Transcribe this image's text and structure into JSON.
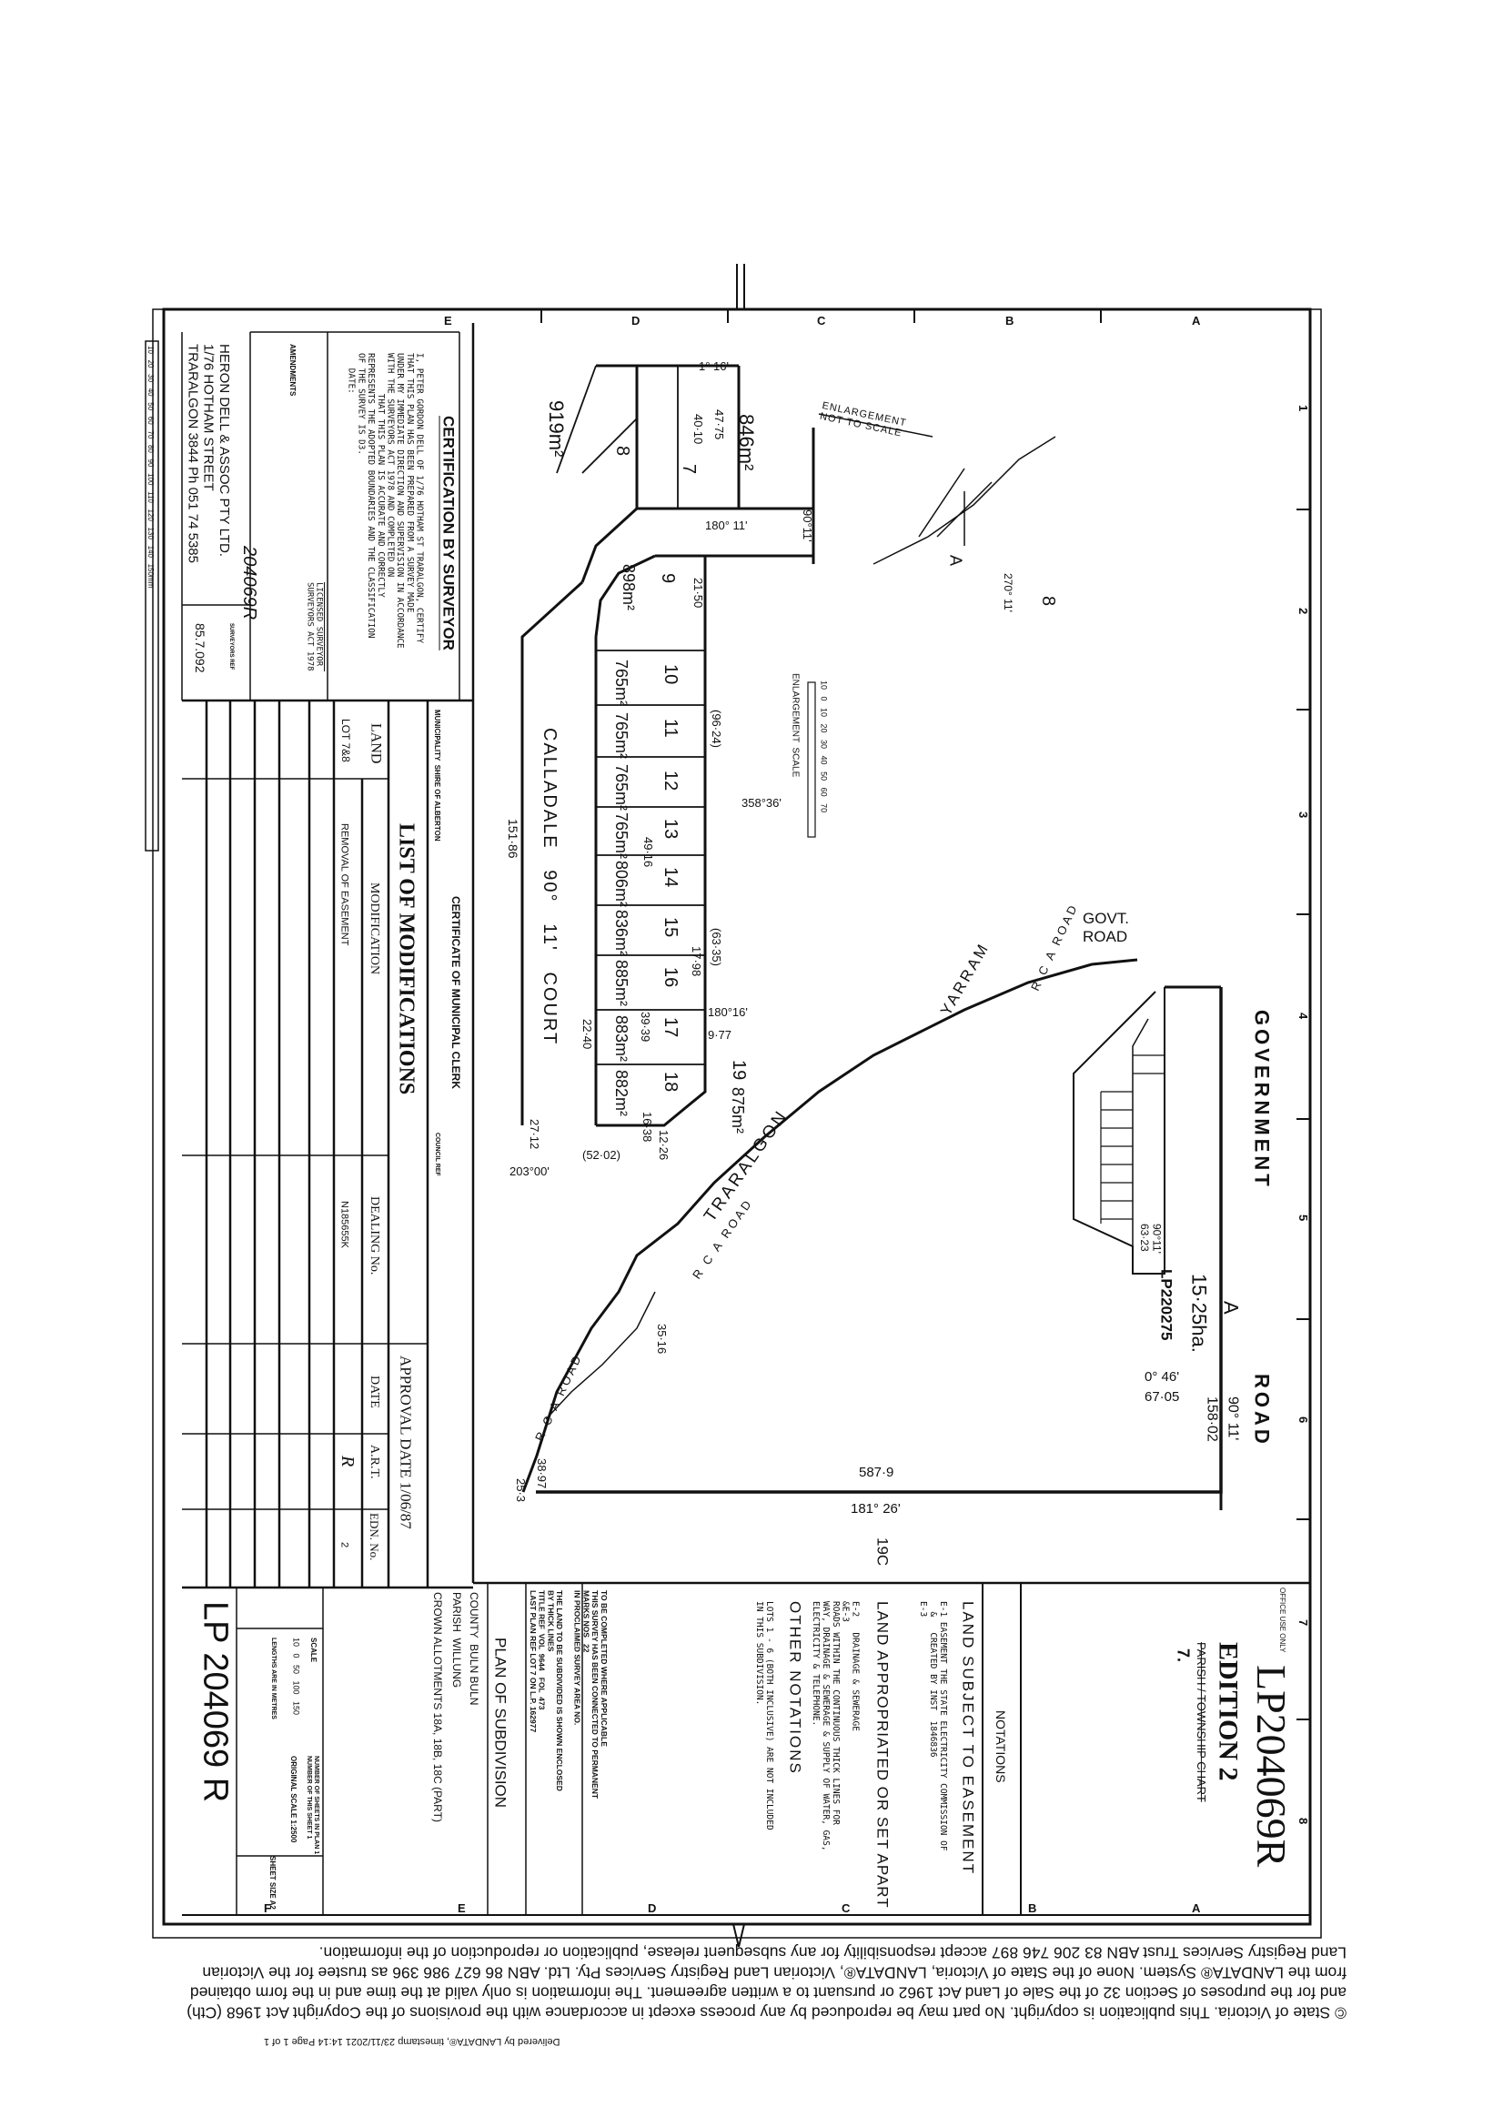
{
  "footer": {
    "stamp": "Delivered by LANDATA®, timestamp 23/11/2021 14:14  Page 1 of 1",
    "copyright_lines": [
      "© State of Victoria. This publication is copyright. No part may be reproduced by any process except in accordance with the provisions of the Copyright Act 1968 (Cth)",
      "and for the purposes of Section 32 of the Sale of Land Act 1962 or pursuant to a written agreement. The information is only valid at the time and in the form obtained",
      "from the LANDATA® System. None of the State of Victoria, LANDATA®, Victorian Land Registry Services Pty. Ltd. ABN 86 627 986 396 as trustee for the Victorian",
      "Land Registry Services Trust ABN 83 206 746 897 accept responsibility for any subsequent release, publication or reproduction of the information."
    ]
  },
  "grid": {
    "letters": [
      "A",
      "B",
      "C",
      "D",
      "E",
      "F"
    ],
    "numbers": [
      "1",
      "2",
      "3",
      "4",
      "5",
      "6",
      "7",
      "8"
    ]
  },
  "title_block": {
    "office_use": "OFFICE USE ONLY",
    "plan_number": "LP204069R",
    "edition": "EDITION 2",
    "parish": "PARISH / TOWNSHIP CHART",
    "parish_mark": "7.",
    "notations_heading": "NOTATIONS",
    "easement_heading": "LAND SUBJECT TO EASEMENT",
    "easement_text": "E-1 EASEMENT THE STATE ELECTRICITY COMMISSION OF\n  &   CREATED BY INST  1846836\nE-3",
    "appropriated_heading": "LAND APPROPRIATED OR SET APART",
    "appropriated_text": "E-2   DRAINAGE & SEWERAGE\n&E-3\nROADS WITHIN THE CONTINUOUS THICK LINES FOR\nWAY, DRAINAGE & SEWERAGE & SUPPLY OF WATER, GAS,\nELECTRICITY & TELEPHONE.",
    "other_heading": "OTHER NOTATIONS",
    "other_text": "LOTS 1 - 6 (BOTH INCLUSIVE) ARE NOT INCLUDED\nIN THIS SUBDIVISION.",
    "completion_text": "TO BE COMPLETED WHERE APPLICABLE\nTHIS SURVEY HAS BEEN CONNECTED TO PERMANENT\nMARKS NOS   22\nIN PROCLAIMED SURVEY AREA NO.\n\nTHE LAND TO BE SUBDIVIDED IS SHOWN ENCLOSED\nBY THICK LINES\nTITLE REF  VOL  9644   FOL  473\nLAST PLAN REF LOT 7 ON L.P. 162977",
    "plan_heading": "PLAN OF SUBDIVISION",
    "county": "COUNTY  BULN BULN",
    "parish_name": "PARISH  WILLUNG",
    "crown_allotments": "CROWN ALLOTMENTS 18A, 18B, 18C (PART)",
    "scale_heading": "SCALE",
    "scale_values": "10   0   50   100   150",
    "lengths_note": "LENGTHS ARE IN METRES",
    "original_scale": "ORIGINAL SCALE 1:2500",
    "sheet_size": "SHEET SIZE A2",
    "sheets": "NUMBER OF SHEETS IN PLAN 1\nNUMBER OF THIS SHEET 1",
    "plan_number_large": "LP 204069 R"
  },
  "surveyor": {
    "heading": "CERTIFICATION BY SURVEYOR",
    "body": "I, PETER GORDON DELL OF 1/76 HOTHAM ST TRARALGON, CERTIFY\nTHAT THIS PLAN HAS BEEN PREPARED FROM A SURVEY MADE\nUNDER MY IMMEDIATE DIRECTION AND SUPERVISION IN ACCORDANCE\nWITH THE SURVEYORS ACT 1978 AND COMPLETED ON\n        THAT THIS PLAN IS ACCURATE AND CORRECTLY\nREPRESENTS THE ADOPTED BOUNDARIES AND THE CLASSIFICATION\nOF THE SURVEY IS D3.\n   DATE:",
    "licensed": "LICENSED SURVEYOR\nSURVEYORS ACT 1978",
    "amendments": "AMENDMENTS",
    "ref_handwritten": "204069R",
    "ref_label": "SURVEYORS REF",
    "firm": "HERON DELL & ASSOC PTY LTD.\n1/76 HOTHAM STREET\nTRARALGON 3844 Ph 051 74 5385",
    "job_ref": "85.7.092",
    "ruler": "10   20   30   40   50   60   70   80   90   100   110   120   130   140   150mm"
  },
  "municipal": {
    "heading": "CERTIFICATE OF MUNICIPAL CLERK",
    "municipality": "MUNICIPALITY  SHIRE OF ALBERTON",
    "council_ref": "COUNCIL REF"
  },
  "modifications": {
    "title": "LIST OF MODIFICATIONS",
    "approval": "APPROVAL DATE 1/06/87",
    "columns": [
      "LAND",
      "MODIFICATION",
      "DEALING No.",
      "DATE",
      "A.R.T.",
      "EDN. No."
    ],
    "rows": [
      {
        "land": "LOT 7&8",
        "modification": "REMOVAL OF EASEMENT",
        "dealing": "N185655K",
        "date": "",
        "art": "R",
        "edn": "2"
      }
    ]
  },
  "plan": {
    "government_road": "GOVERNMENT",
    "road": "ROAD",
    "govt_road": "GOVT.\nROAD",
    "parcel_label": "A",
    "parcel_area": "15·25ha.",
    "parcel_ref": "LP220275",
    "road_bearing": "90° 11'",
    "road_length": "158·02",
    "south_length": "587·9",
    "south_bearing": "181° 26'",
    "corner_bearing": "0° 46'",
    "corner_length": "67·05",
    "inset_dim": "90°11'\n63·23",
    "yarram": "YARRAM",
    "traralgon": "TRARALGON",
    "rca_road_1": "R C A  ROAD",
    "rca_road_2": "R C A  ROAD",
    "rca_road_3": "R C A  ROAD",
    "street_name": "CALLADALE   90°   11'   COURT",
    "street_len": "151·86",
    "enlargement_note": "ENLARGEMENT\nNOT TO SCALE",
    "enlargement_scale": "ENLARGEMENT  SCALE",
    "enlargement_ticks": "10   0   10   20   30   40   50   60   70",
    "lot_8_inset": "8",
    "inset_a": "A",
    "inset_bearing": "270° 11'",
    "sample_c": "19C",
    "misc_dims": [
      "1° 16'",
      "180° 11'",
      "90°11'",
      "358°36'",
      "180°16'",
      "203°00'",
      "(52·02)",
      "27·12",
      "(96·24)",
      "(63·35)",
      "17·98",
      "9·77",
      "12·26",
      "16·38",
      "49·16",
      "39·39",
      "22·40",
      "47·75",
      "40·10",
      "21·50",
      "35·16",
      "38·97",
      "25·3"
    ],
    "lots": [
      {
        "number": "7",
        "area": "846m²"
      },
      {
        "number": "8",
        "area": "919m²"
      },
      {
        "number": "9",
        "area": "898m²"
      },
      {
        "number": "10",
        "area": "765m²"
      },
      {
        "number": "11",
        "area": "765m²"
      },
      {
        "number": "12",
        "area": "765m²"
      },
      {
        "number": "13",
        "area": "765m²"
      },
      {
        "number": "14",
        "area": "806m²"
      },
      {
        "number": "15",
        "area": "836m²"
      },
      {
        "number": "16",
        "area": "885m²"
      },
      {
        "number": "17",
        "area": "883m²"
      },
      {
        "number": "18",
        "area": "882m²"
      },
      {
        "number": "19",
        "area": "875m²"
      }
    ]
  }
}
